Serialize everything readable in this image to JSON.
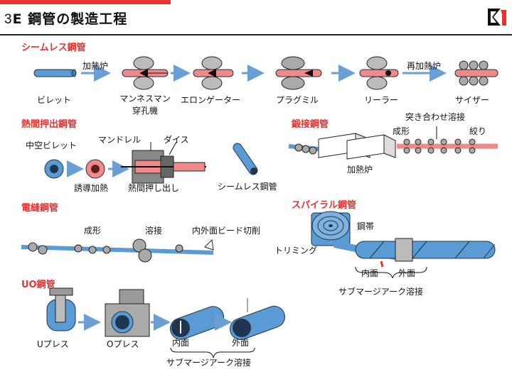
{
  "title": {
    "number": "3",
    "letter": "E",
    "text": "鋼管の製造工程"
  },
  "sections": {
    "seamless": {
      "heading": "シームレス鋼管",
      "labels": {
        "heating": "加熱炉",
        "reheating": "再加熱炉",
        "billet": "ビレット",
        "mannesmann_1": "マンネスマン",
        "mannesmann_2": "穿孔機",
        "elongator": "エロンゲーター",
        "plug_mill": "プラグミル",
        "reeler": "リーラー",
        "sizer": "サイザー"
      }
    },
    "hot_extrusion": {
      "heading": "熱間押出鋼管",
      "labels": {
        "hollow_billet": "中空ビレット",
        "mandrel": "マンドレル",
        "die": "ダイス",
        "induction_heating": "誘導加熱",
        "hot_extrusion": "熱間押し出し",
        "seamless_pipe": "シームレス鋼管"
      }
    },
    "forge_weld": {
      "heading": "鍛接鋼管",
      "labels": {
        "butt_weld": "突き合わせ溶接",
        "forming": "成形",
        "squeeze": "絞り",
        "furnace": "加熱炉"
      }
    },
    "erw": {
      "heading": "電縫鋼管",
      "labels": {
        "forming": "成形",
        "welding": "溶接",
        "bead_cut": "内外面ビード切削"
      }
    },
    "spiral": {
      "heading": "スパイラル鋼管",
      "labels": {
        "strip": "鋼帯",
        "trimming": "トリミング",
        "inner": "内面",
        "outer": "外面",
        "saw": "サブマージアーク溶接"
      }
    },
    "uo": {
      "heading": "UO鋼管",
      "labels": {
        "u_press": "Uプレス",
        "o_press": "Oプレス",
        "inner": "内面",
        "outer": "外面",
        "saw": "サブマージアーク溶接"
      }
    }
  },
  "colors": {
    "accent": "#e8332f",
    "pipe": "#5b9bd5",
    "hot": "#f08a8a",
    "roll": "#9a9a9a",
    "arrow": "#6b9fd3"
  }
}
